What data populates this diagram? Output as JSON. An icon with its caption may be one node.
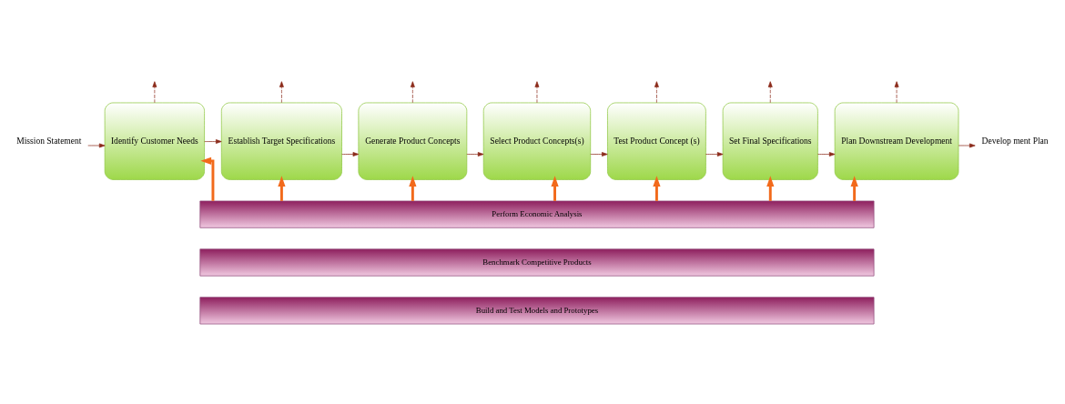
{
  "diagram": {
    "nodes": [
      {
        "text": [
          "Mission Statement"
        ]
      },
      {
        "text": [
          "Identify Customer Needs"
        ]
      },
      {
        "text": [
          "Establish Target Specifications"
        ]
      },
      {
        "text": [
          "Generate Product Concepts"
        ]
      },
      {
        "text": [
          "Select Product Concepts(s)"
        ]
      },
      {
        "text": [
          "Test Product Concept (s)"
        ]
      },
      {
        "text": [
          "Set Final Specifications"
        ]
      },
      {
        "text": [
          "Plan Downstream Development"
        ]
      },
      {
        "text": [
          "Develop ment Plan"
        ]
      },
      {
        "text": [
          "Perform Economic Analysis"
        ]
      },
      {
        "text": [
          "Benchmark Competitive Products"
        ]
      },
      {
        "text": [
          "Build and Test Models and Prototypes"
        ]
      }
    ],
    "edges": [
      {
        "from": 0,
        "to": 1,
        "arrow": "to"
      },
      {
        "from": 1,
        "to": 2,
        "arrow": "to"
      },
      {
        "from": 2,
        "to": 3,
        "arrow": "to"
      },
      {
        "from": 3,
        "to": 4,
        "arrow": "to"
      },
      {
        "from": 4,
        "to": 5,
        "arrow": "to"
      },
      {
        "from": 5,
        "to": 6,
        "arrow": "to"
      },
      {
        "from": 6,
        "to": 7,
        "arrow": "to"
      },
      {
        "from": 7,
        "to": 8,
        "arrow": "to"
      },
      {
        "from": 1,
        "to": null,
        "arrow": "to",
        "style": "dashed"
      },
      {
        "from": 2,
        "to": null,
        "arrow": "to",
        "style": "dashed"
      },
      {
        "from": 3,
        "to": null,
        "arrow": "to",
        "style": "dashed"
      },
      {
        "from": 4,
        "to": null,
        "arrow": "to",
        "style": "dashed"
      },
      {
        "from": 5,
        "to": null,
        "arrow": "to",
        "style": "dashed"
      },
      {
        "from": 6,
        "to": null,
        "arrow": "to",
        "style": "dashed"
      },
      {
        "from": 7,
        "to": null,
        "arrow": "to",
        "style": "dashed"
      },
      {
        "from": 9,
        "to": 1,
        "arrow": "to",
        "style": "thick",
        "color": "#f26a1b"
      },
      {
        "from": 9,
        "to": 2,
        "arrow": "to",
        "style": "thick",
        "color": "#f26a1b"
      },
      {
        "from": 9,
        "to": 3,
        "arrow": "to",
        "style": "thick",
        "color": "#f26a1b"
      },
      {
        "from": 9,
        "to": 4,
        "arrow": "to",
        "style": "thick",
        "color": "#f26a1b"
      },
      {
        "from": 9,
        "to": 5,
        "arrow": "to",
        "style": "thick",
        "color": "#f26a1b"
      },
      {
        "from": 9,
        "to": 6,
        "arrow": "to",
        "style": "thick",
        "color": "#f26a1b"
      },
      {
        "from": 9,
        "to": 7,
        "arrow": "to",
        "style": "thick",
        "color": "#f26a1b"
      }
    ]
  }
}
